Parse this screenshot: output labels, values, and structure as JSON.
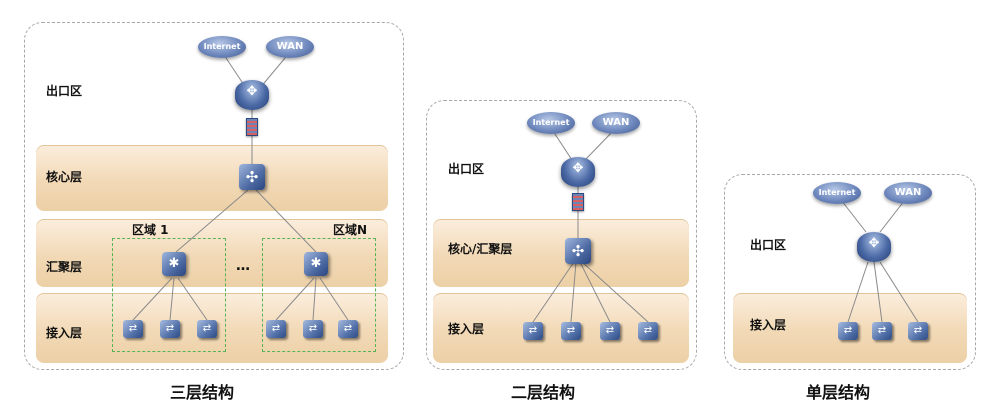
{
  "three_tier": {
    "caption": "三层结构",
    "layers": {
      "egress": "出口区",
      "core": "核心层",
      "aggregation": "汇聚层",
      "access": "接入层"
    },
    "clouds": {
      "internet": "Internet",
      "wan": "WAN"
    },
    "regions": {
      "first": "区域 1",
      "last": "区域N",
      "ellipsis": "…"
    }
  },
  "two_tier": {
    "caption": "二层结构",
    "layers": {
      "egress": "出口区",
      "core_aggregation": "核心/汇聚层",
      "access": "接入层"
    },
    "clouds": {
      "internet": "Internet",
      "wan": "WAN"
    }
  },
  "single_tier": {
    "caption": "单层结构",
    "layers": {
      "egress": "出口区",
      "access": "接入层"
    },
    "clouds": {
      "internet": "Internet",
      "wan": "WAN"
    }
  },
  "icons": {
    "cloud": "cloud-icon",
    "router": "router-icon",
    "firewall": "firewall-icon",
    "core_switch": "core-switch-icon",
    "aggregation_switch": "aggregation-switch-icon",
    "access_switch": "access-switch-icon"
  }
}
